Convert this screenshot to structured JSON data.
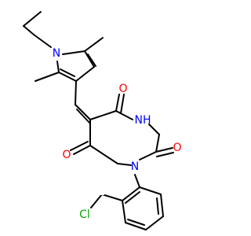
{
  "atoms": {
    "N_pyrrole": {
      "text": "N",
      "color": "#0000ff"
    },
    "NH": {
      "text": "NH",
      "color": "#0000ff"
    },
    "N_imide": {
      "text": "N",
      "color": "#0000ff"
    },
    "O_top": {
      "text": "O",
      "color": "#ff0000"
    },
    "O_right": {
      "text": "O",
      "color": "#ff0000"
    },
    "O_left": {
      "text": "O",
      "color": "#ff0000"
    },
    "Cl": {
      "text": "Cl",
      "color": "#00aa00"
    }
  }
}
